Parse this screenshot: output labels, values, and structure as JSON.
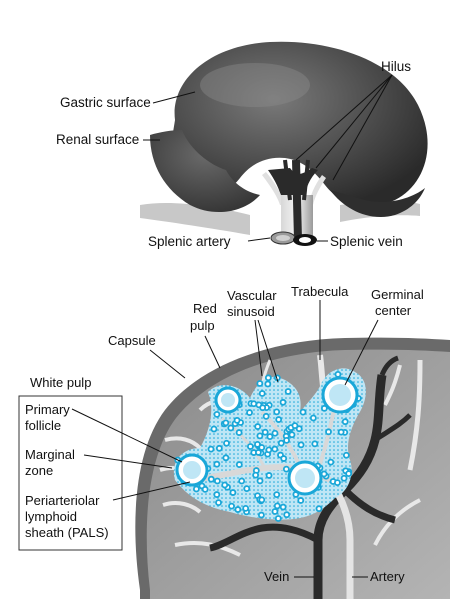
{
  "spleen_labels": {
    "gastric_surface": "Gastric surface",
    "renal_surface": "Renal surface",
    "hilus": "Hilus",
    "splenic_artery": "Splenic artery",
    "splenic_vein": "Splenic vein"
  },
  "section_labels": {
    "capsule": "Capsule",
    "red_pulp_line1": "Red",
    "red_pulp_line2": "pulp",
    "vascular_line1": "Vascular",
    "vascular_line2": "sinusoid",
    "trabecula": "Trabecula",
    "germinal_line1": "Germinal",
    "germinal_line2": "center",
    "vein": "Vein",
    "artery": "Artery"
  },
  "white_pulp_box": {
    "title": "White pulp",
    "primary_line1": "Primary",
    "primary_line2": "follicle",
    "marginal_line1": "Marginal",
    "marginal_line2": "zone",
    "pals_line1": "Periarteriolar",
    "pals_line2": "lymphoid",
    "pals_line3": "sheath (PALS)"
  },
  "colors": {
    "spleen_dark": "#3a3a3a",
    "spleen_mid": "#6e6e6e",
    "tissue_grey": "#9a9a9a",
    "lymphoid_blue": "#1aa7d8",
    "vessel_dark": "#2a2a2a"
  }
}
